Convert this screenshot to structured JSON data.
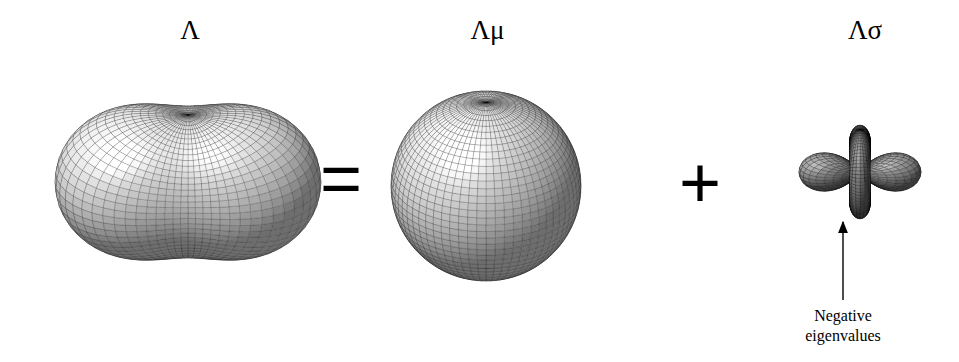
{
  "diagram": {
    "nodes": [
      {
        "text": [
          "Λ"
        ]
      },
      {
        "text": [
          "Λμ"
        ]
      },
      {
        "text": [
          "Λσ"
        ]
      }
    ],
    "labels": [
      "=",
      "+",
      "Negative eigenvalues"
    ]
  }
}
